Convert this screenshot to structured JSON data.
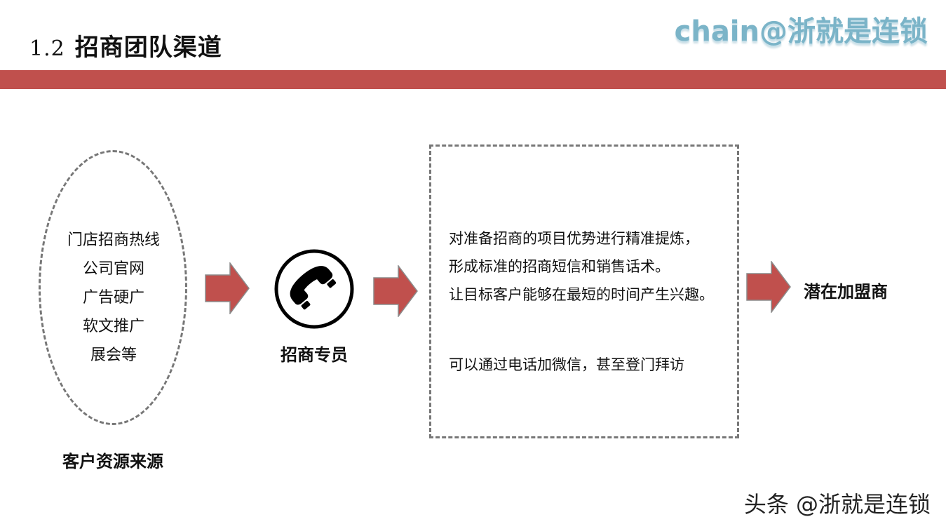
{
  "header": {
    "section_number": "1.2",
    "title": "招商团队渠道",
    "brand": "chain@浙就是连锁"
  },
  "diagram": {
    "sources": [
      "门店招商热线",
      "公司官网",
      "广告硬广",
      "软文推广",
      "展会等"
    ],
    "sources_caption": "客户资源来源",
    "agent_caption": "招商专员",
    "process_lines": [
      "对准备招商的项目优势进行精准提炼，",
      "形成标准的招商短信和销售话术。",
      "让目标客户能够在最短的时间产生兴趣。"
    ],
    "process_note": "可以通过电话加微信，甚至登门拜访",
    "target_caption": "潜在加盟商"
  },
  "footer": {
    "watermark": "头条 @浙就是连锁"
  },
  "colors": {
    "accent_band": "#c0504d",
    "arrow_fill": "#c0504d",
    "brand_text": "#7bb4c8",
    "dash": "#777777"
  },
  "icons": {
    "agent": "telephone-icon",
    "flow": "right-arrow-icon"
  }
}
